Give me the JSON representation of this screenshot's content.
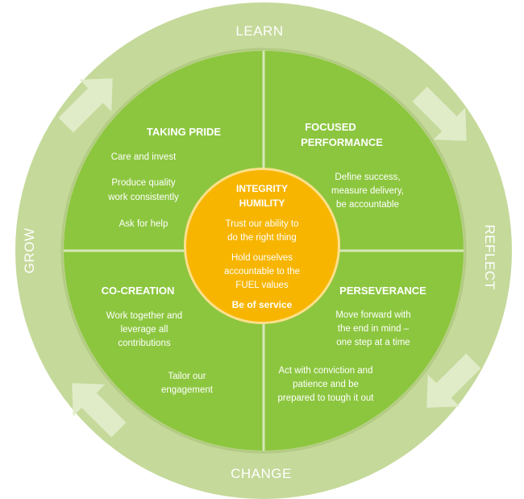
{
  "colors": {
    "outer_ring": "#c5d99a",
    "ring_border": "#b3cb83",
    "inner_green": "#8cc63f",
    "divider": "#d6e8b8",
    "arrow": "#e0ecc8",
    "center": "#f7b500",
    "center_border": "#ffe08a",
    "text": "#ffffff"
  },
  "ring_labels": {
    "top": "LEARN",
    "right": "REFLECT",
    "bottom": "CHANGE",
    "left": "GROW"
  },
  "arrows": {
    "top_left": "arrow-up-right",
    "top_right": "arrow-down-right",
    "bottom_right": "arrow-down-left",
    "bottom_left": "arrow-up-left"
  },
  "quadrants": {
    "taking_pride": {
      "title": "TAKING PRIDE",
      "items": [
        [
          "Care and invest"
        ],
        [
          "Produce quality",
          "work consistently"
        ],
        [
          "Ask for help"
        ]
      ]
    },
    "focused_performance": {
      "title": [
        "FOCUSED",
        "PERFORMANCE"
      ],
      "items": [
        [
          "Define success,",
          "measure delivery,",
          "be accountable"
        ]
      ]
    },
    "co_creation": {
      "title": "CO-CREATION",
      "items": [
        [
          "Work together and",
          "leverage all",
          "contributions"
        ],
        [
          "Tailor our",
          "engagement"
        ]
      ]
    },
    "perseverance": {
      "title": "PERSEVERANCE",
      "items": [
        [
          "Move forward with",
          "the end in mind –",
          "one step at a time"
        ],
        [
          "Act with conviction and",
          "patience and be",
          "prepared to tough it out"
        ]
      ]
    }
  },
  "center": {
    "title": [
      "INTEGRITY",
      "HUMILITY"
    ],
    "lines": [
      [
        "Trust our ability to",
        "do the right thing"
      ],
      [
        "Hold ourselves",
        "accountable  to the",
        "FUEL values"
      ]
    ],
    "bold_line": "Be of service"
  }
}
